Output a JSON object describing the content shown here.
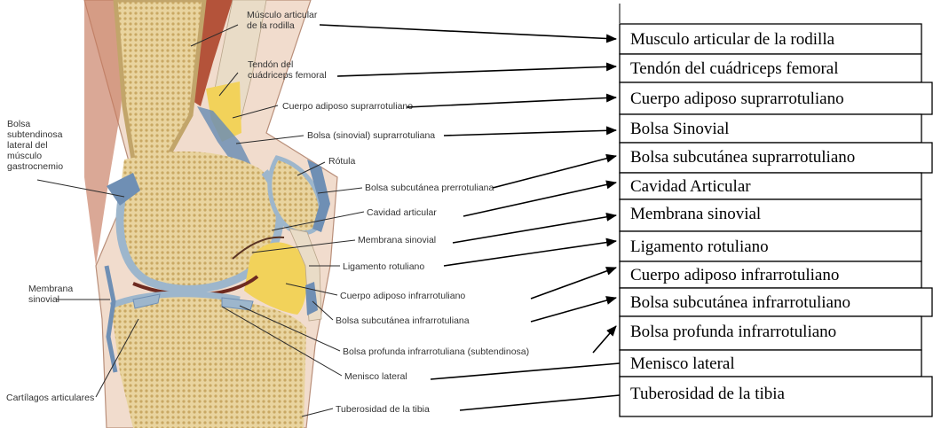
{
  "figure_labels": {
    "musculo_articular_1": "Músculo articular",
    "musculo_articular_2": "de la rodilla",
    "tendon_1": "Tendón del",
    "tendon_2": "cuádriceps femoral",
    "cuerpo_supra": "Cuerpo adiposo suprarrotuliano",
    "bolsa_supra": "Bolsa (sinovial) suprarrotuliana",
    "rotula": "Rótula",
    "bolsa_prerrot": "Bolsa subcutánea prerrotuliana",
    "cavidad": "Cavidad articular",
    "membrana": "Membrana sinovial",
    "ligamento": "Ligamento rotuliano",
    "cuerpo_infra": "Cuerpo adiposo infrarrotuliano",
    "bolsa_subc_infra": "Bolsa subcutánea infrarrotuliana",
    "bolsa_prof": "Bolsa profunda infrarrotuliana (subtendinosa)",
    "menisco": "Menisco lateral",
    "tuberosidad": "Tuberosidad de la tibia",
    "bolsa_gastro_1": "Bolsa",
    "bolsa_gastro_2": "subtendinosa",
    "bolsa_gastro_3": "lateral del",
    "bolsa_gastro_4": "músculo",
    "bolsa_gastro_5": "gastrocnemio",
    "membrana_left_1": "Membrana",
    "membrana_left_2": "sinovial",
    "cartilagos": "Cartílagos articulares"
  },
  "answer_boxes": [
    "Musculo articular de la rodilla",
    "Tendón del cuádriceps femoral",
    "Cuerpo adiposo suprarrotuliano",
    "Bolsa Sinovial",
    "Bolsa subcutánea suprarrotuliano",
    "Cavidad Articular",
    "Membrana sinovial",
    "Ligamento rotuliano",
    "Cuerpo adiposo infrarrotuliano",
    "Bolsa subcutánea infrarrotuliano",
    "Bolsa profunda infrarrotuliano",
    "Menisco lateral",
    "Tuberosidad de la tibia"
  ],
  "colors": {
    "bone_fill": "#e6d19a",
    "bone_texture": "#c9a863",
    "cortex": "#c2a56a",
    "cartilage": "#9db6cc",
    "bursa": "#6f8fb4",
    "fat": "#f2d25a",
    "tendon": "#e9dcc7",
    "muscle": "#b4533a",
    "skin": "#f1dccd"
  }
}
